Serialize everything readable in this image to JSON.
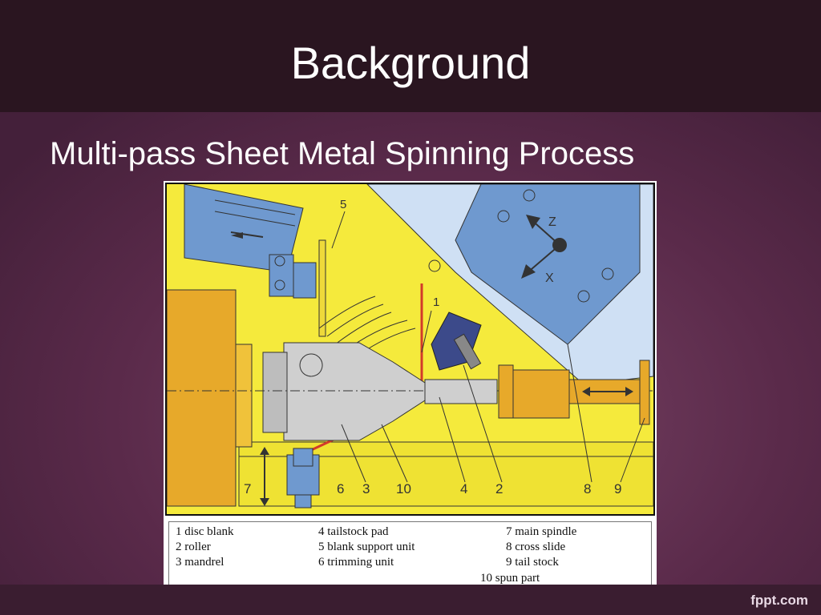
{
  "slide": {
    "title": "Background",
    "subtitle": "Multi-pass Sheet Metal Spinning Process",
    "brand": "fppt.com"
  },
  "diagram": {
    "callouts": [
      "5",
      "1",
      "7",
      "6",
      "3",
      "10",
      "4",
      "2",
      "8",
      "9"
    ],
    "axis_labels": {
      "z": "Z",
      "x": "X"
    },
    "colors": {
      "machine_yellow": "#f5ea3c",
      "housing_orange": "#e7a92a",
      "tool_blue": "#6f99cf",
      "roller_dark": "#3c4a8a",
      "mandrel_grey": "#cfcfcf",
      "spun_part_red": "#d23a2a"
    }
  },
  "legend": {
    "items": [
      "1 disc blank",
      "2 roller",
      "3 mandrel",
      "4 tailstock pad",
      "5 blank support unit",
      "6 trimming unit",
      "7 main spindle",
      "8 cross slide",
      "9 tail stock",
      "10 spun part"
    ]
  }
}
